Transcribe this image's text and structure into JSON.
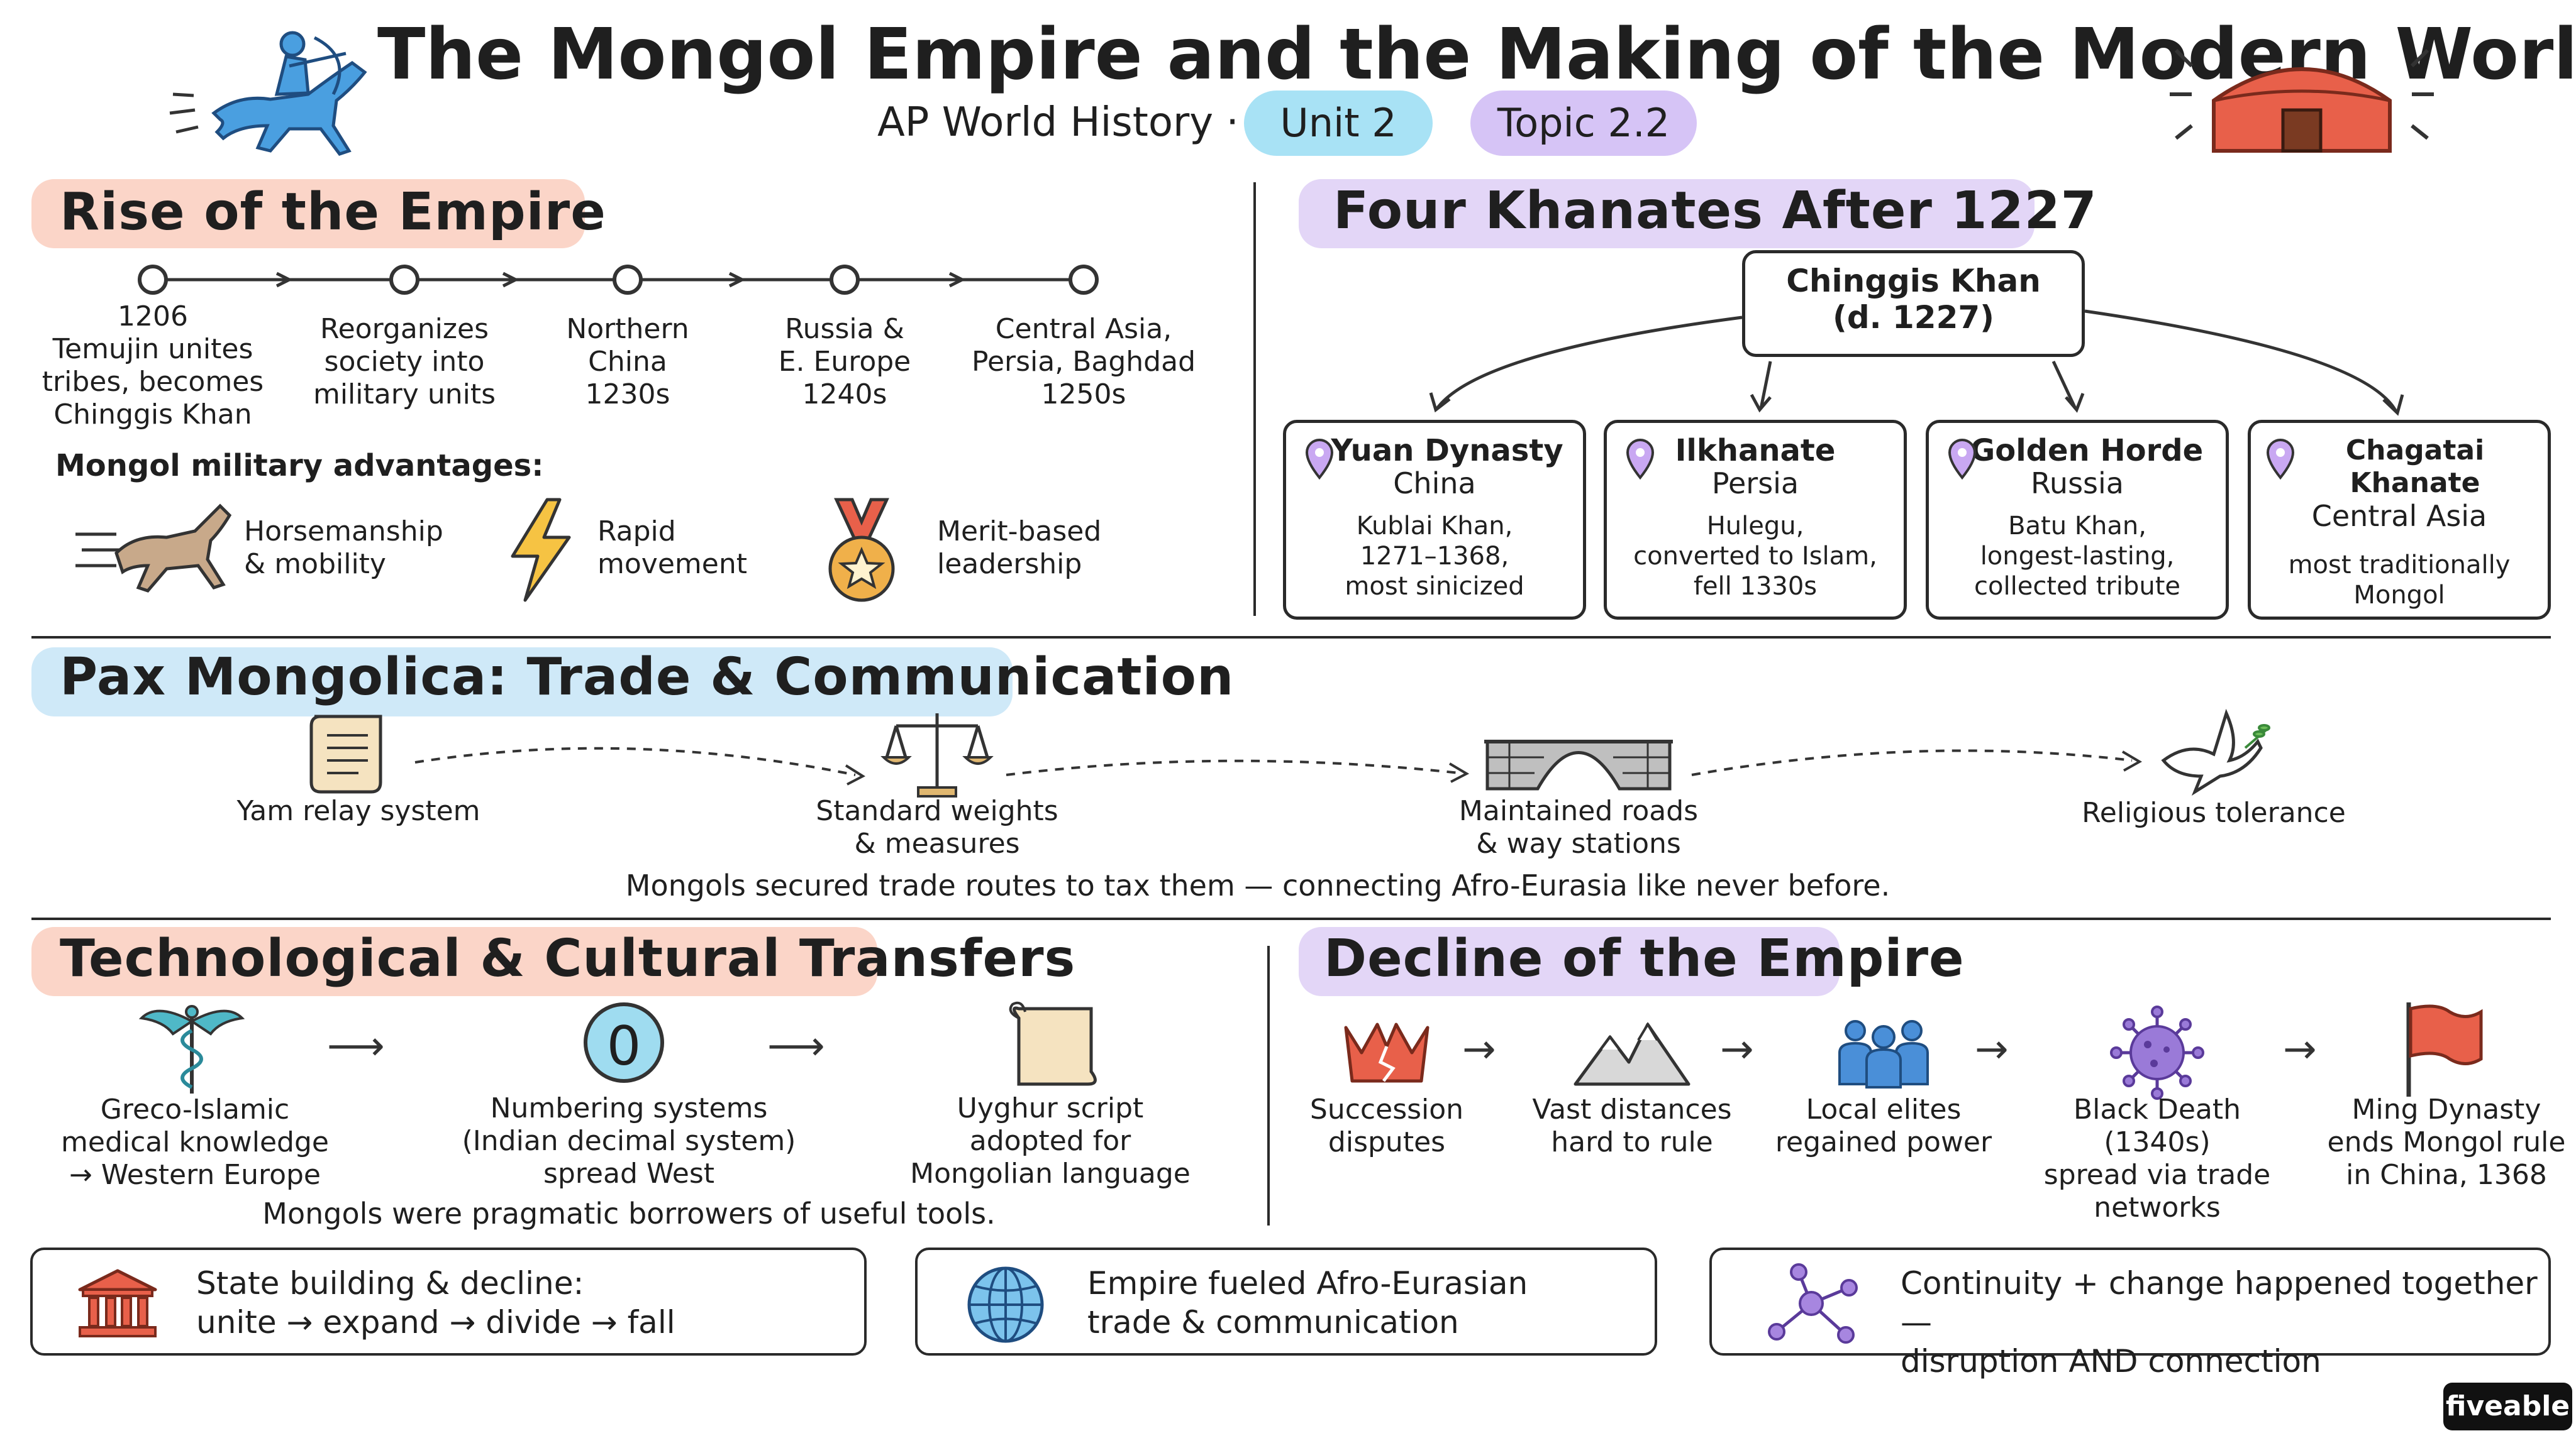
{
  "header": {
    "title": "The Mongol Empire and the Making of the Modern World",
    "subtitle": "AP World History ·",
    "unit": "Unit 2",
    "topic": "Topic 2.2",
    "colors": {
      "unit_pill": "#a8e2f5",
      "topic_pill": "#d6c4f6"
    }
  },
  "rise": {
    "title": "Rise of the Empire",
    "timeline": [
      {
        "text": "1206\nTemujin unites\ntribes, becomes\nChinggis Khan"
      },
      {
        "text": "Reorganizes\nsociety into\nmilitary units"
      },
      {
        "text": "Northern\nChina\n1230s"
      },
      {
        "text": "Russia &\nE. Europe\n1240s"
      },
      {
        "text": "Central Asia,\nPersia, Baghdad\n1250s"
      }
    ],
    "advantages_label": "Mongol military advantages:",
    "advantages": [
      {
        "label": "Horsemanship\n& mobility",
        "icon": "horse-icon"
      },
      {
        "label": "Rapid\nmovement",
        "icon": "lightning-icon"
      },
      {
        "label": "Merit-based\nleadership",
        "icon": "medal-icon"
      }
    ]
  },
  "khanates": {
    "title": "Four Khanates After 1227",
    "root": "Chinggis Khan\n(d. 1227)",
    "items": [
      {
        "name": "Yuan Dynasty",
        "region": "China",
        "detail": "Kublai Khan,\n1271–1368,\nmost sinicized"
      },
      {
        "name": "Ilkhanate",
        "region": "Persia",
        "detail": "Hulegu,\nconverted to Islam,\nfell 1330s"
      },
      {
        "name": "Golden Horde",
        "region": "Russia",
        "detail": "Batu Khan,\nlongest-lasting,\ncollected tribute"
      },
      {
        "name": "Chagatai Khanate",
        "region": "Central Asia",
        "detail": "most traditionally\nMongol"
      }
    ]
  },
  "pax": {
    "title": "Pax Mongolica: Trade & Communication",
    "items": [
      {
        "label": "Yam relay system",
        "icon": "scroll-icon"
      },
      {
        "label": "Standard weights\n& measures",
        "icon": "scales-icon"
      },
      {
        "label": "Maintained roads\n& way stations",
        "icon": "bridge-icon"
      },
      {
        "label": "Religious tolerance",
        "icon": "dove-icon"
      }
    ],
    "caption": "Mongols secured trade routes to tax them — connecting Afro-Eurasia like never before."
  },
  "tech": {
    "title": "Technological & Cultural Transfers",
    "items": [
      {
        "label": "Greco-Islamic\nmedical knowledge\n→ Western Europe",
        "icon": "caduceus-icon"
      },
      {
        "label": "Numbering systems\n(Indian decimal system)\nspread West",
        "icon": "zero-icon",
        "glyph": "0"
      },
      {
        "label": "Uyghur script\nadopted for\nMongolian language",
        "icon": "scroll-icon"
      }
    ],
    "caption": "Mongols were pragmatic borrowers of useful tools."
  },
  "decline": {
    "title": "Decline of the Empire",
    "items": [
      {
        "label": "Succession\ndisputes",
        "icon": "broken-crown-icon"
      },
      {
        "label": "Vast distances\nhard to rule",
        "icon": "mountains-icon"
      },
      {
        "label": "Local elites\nregained power",
        "icon": "people-icon"
      },
      {
        "label": "Black Death (1340s)\nspread via trade\nnetworks",
        "icon": "virus-icon"
      },
      {
        "label": "Ming Dynasty\nends Mongol rule\nin China, 1368",
        "icon": "flag-icon"
      }
    ]
  },
  "takeaways": [
    {
      "text": "State building & decline:\nunite → expand → divide → fall",
      "icon": "government-building-icon"
    },
    {
      "text": "Empire fueled Afro-Eurasian\ntrade & communication",
      "icon": "globe-icon"
    },
    {
      "text": "Continuity + change happened together —\ndisruption AND connection",
      "icon": "network-icon"
    }
  ],
  "brand": "fiveable",
  "section_colors": {
    "peach": "#fbd5c8",
    "lavender": "#e3d6f7",
    "sky": "#cfe9f8"
  }
}
